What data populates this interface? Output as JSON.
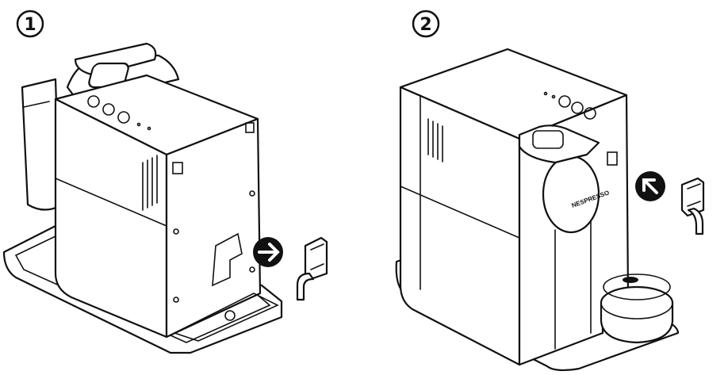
{
  "steps": [
    {
      "number": "1",
      "arrow_direction": "right"
    },
    {
      "number": "2",
      "arrow_direction": "up-left"
    }
  ],
  "brand_logo": "NESPRESSO",
  "colors": {
    "line": "#111111",
    "background": "#ffffff"
  }
}
